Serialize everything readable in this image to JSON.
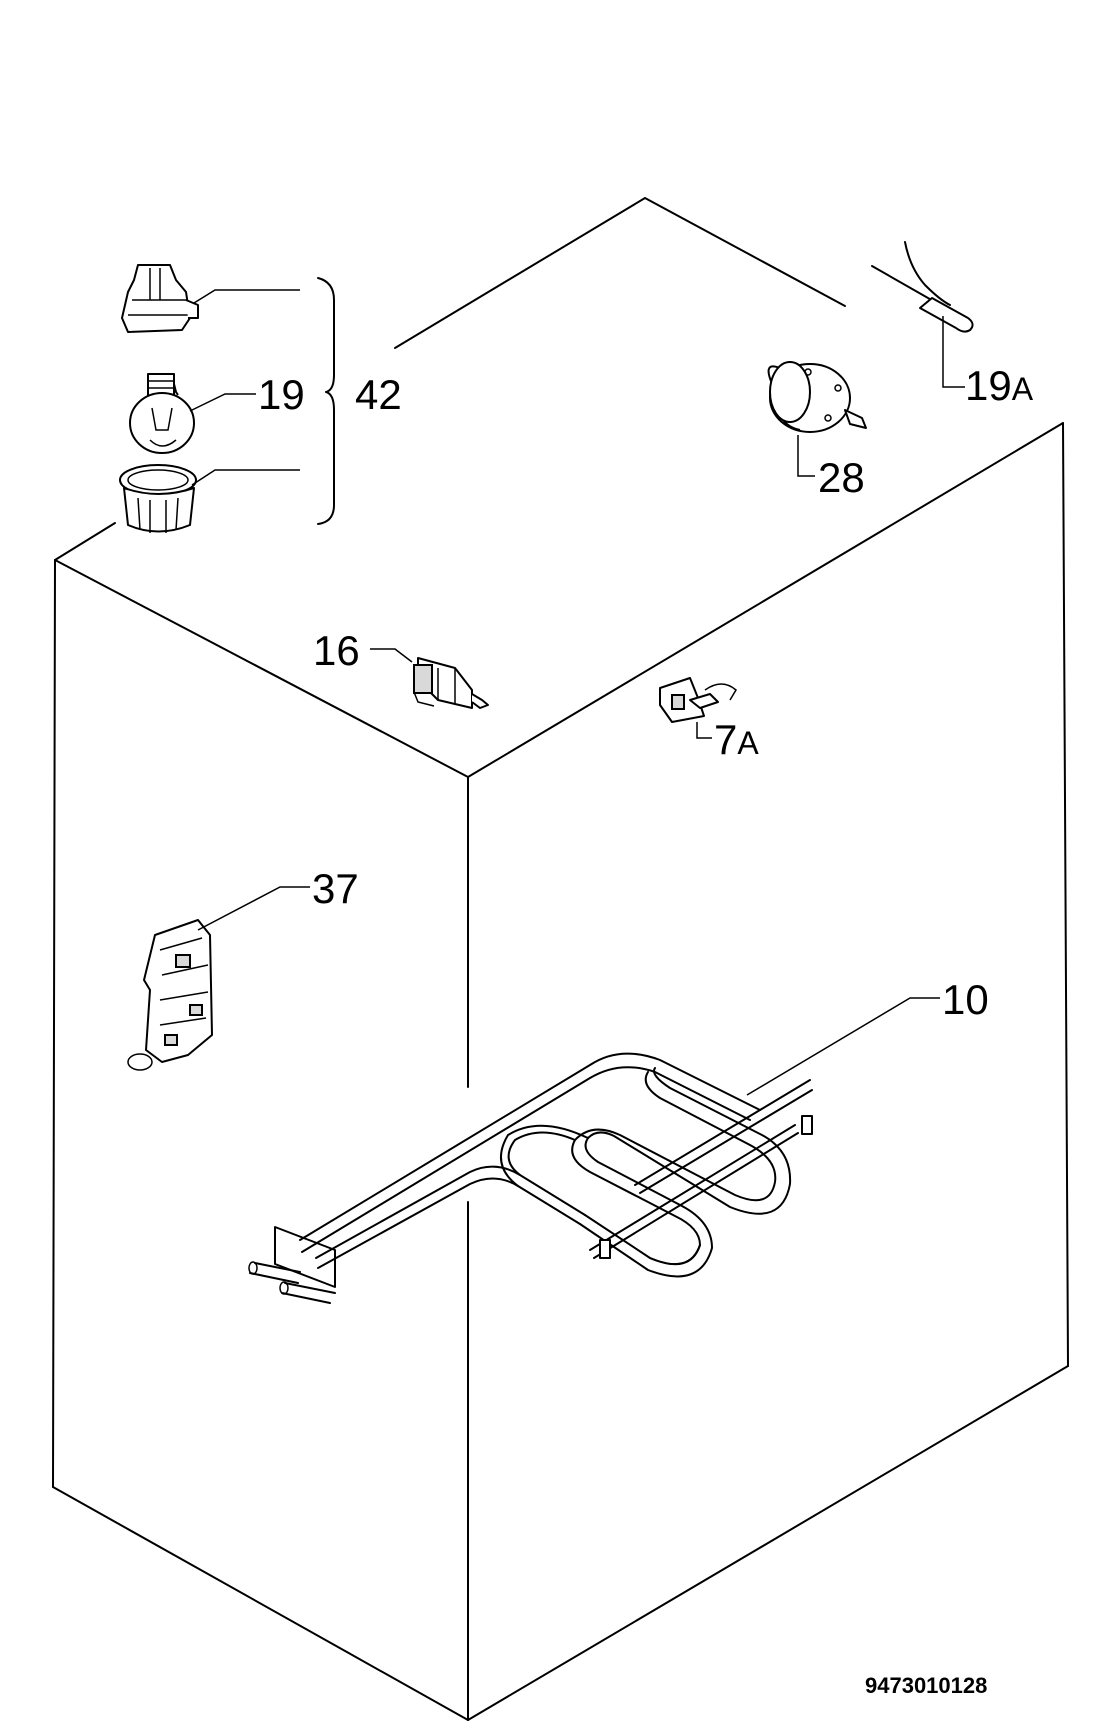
{
  "parts": [
    {
      "id": "p42",
      "number": "42",
      "icon": "lamp-assembly-bracket"
    },
    {
      "id": "p19",
      "number": "19",
      "icon": "oven-lamp-bulb-icon"
    },
    {
      "id": "p19a",
      "number": "19A",
      "icon": "temperature-sensor-icon"
    },
    {
      "id": "p28",
      "number": "28",
      "icon": "thermostat-knob-icon"
    },
    {
      "id": "p16",
      "number": "16",
      "icon": "push-switch-icon"
    },
    {
      "id": "p7a",
      "number": "7A",
      "icon": "door-micro-switch-icon"
    },
    {
      "id": "p37",
      "number": "37",
      "icon": "terminal-block-icon"
    },
    {
      "id": "p10",
      "number": "10",
      "icon": "grill-heating-element-icon"
    }
  ],
  "labels": {
    "p42": "42",
    "p19": "19",
    "p19a_num": "19",
    "p19a_suffix": "A",
    "p28": "28",
    "p16": "16",
    "p7a_num": "7",
    "p7a_suffix": "A",
    "p37": "37",
    "p10": "10"
  },
  "document_number": "9473010128"
}
